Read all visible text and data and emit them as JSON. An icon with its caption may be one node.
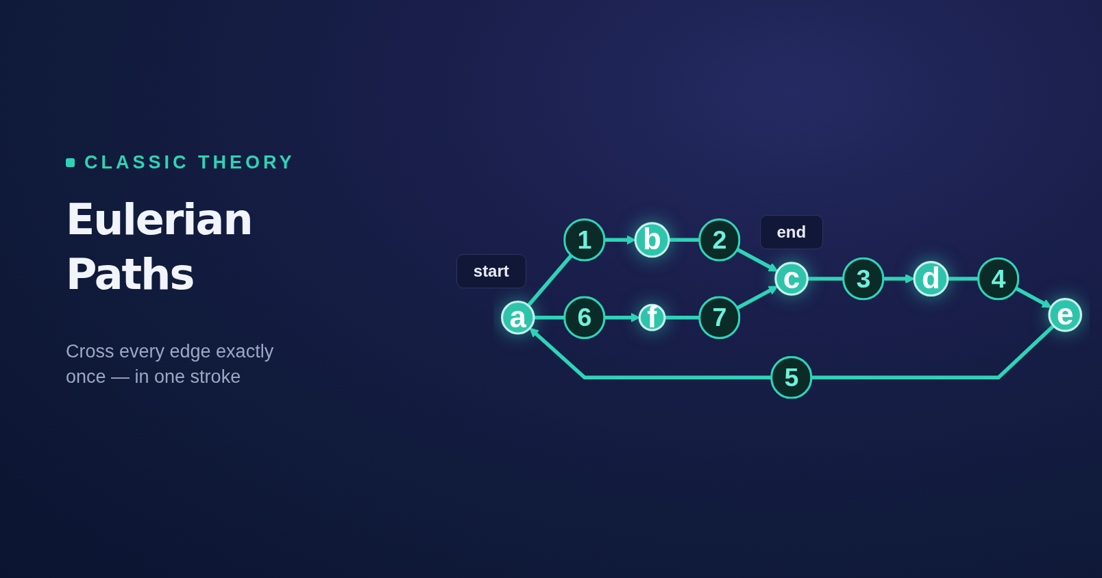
{
  "diagram": {
    "title": "Eulerian Paths",
    "nodes": [
      {
        "text": [
          "a"
        ],
        "beside": [
          "start"
        ]
      },
      {
        "text": [
          "b"
        ]
      },
      {
        "text": [
          "c"
        ],
        "beside": [
          "end"
        ]
      },
      {
        "text": [
          "d"
        ]
      },
      {
        "text": [
          "e"
        ]
      },
      {
        "text": [
          "f"
        ]
      }
    ],
    "edges": [
      {
        "from": 0,
        "to": 1,
        "arrow": "to",
        "label": "1"
      },
      {
        "from": 1,
        "to": 2,
        "arrow": "to",
        "label": "2"
      },
      {
        "from": 2,
        "to": 3,
        "arrow": "to",
        "label": "3"
      },
      {
        "from": 3,
        "to": 4,
        "arrow": "to",
        "label": "4"
      },
      {
        "from": 4,
        "to": 0,
        "arrow": "to",
        "label": "5"
      },
      {
        "from": 0,
        "to": 5,
        "arrow": "to",
        "label": "6"
      },
      {
        "from": 5,
        "to": 2,
        "arrow": "to",
        "label": "7"
      }
    ],
    "labels": [
      "CLASSIC THEORY",
      "Cross every edge exactly once — in one stroke"
    ]
  }
}
